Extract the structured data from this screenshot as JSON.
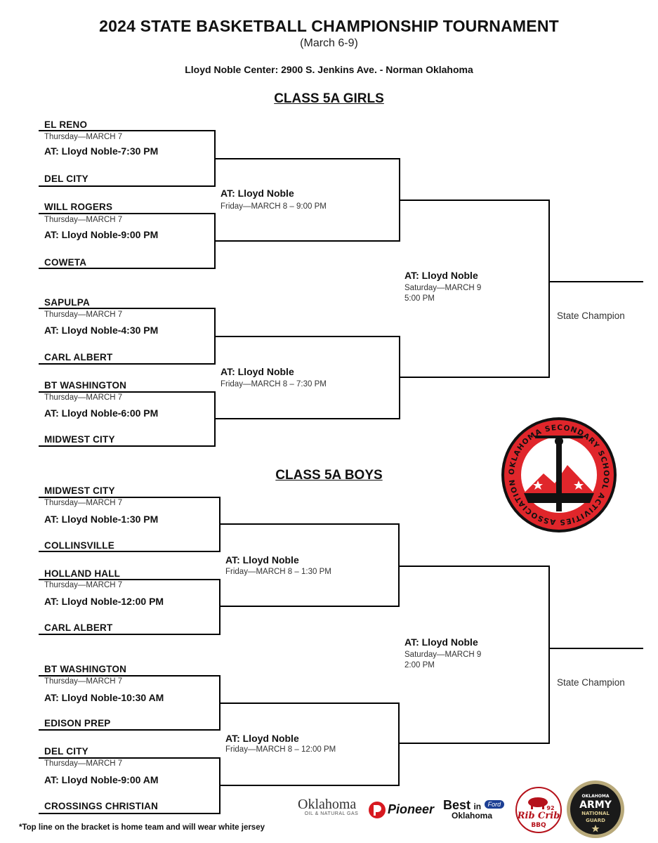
{
  "header": {
    "title": "2024 STATE  BASKETBALL  CHAMPIONSHIP  TOURNAMENT",
    "dates": "(March 6-9)",
    "venue": "Lloyd Noble Center: 2900 S. Jenkins Ave. -  Norman Oklahoma"
  },
  "girls": {
    "heading": "CLASS 5A GIRLS",
    "games": [
      {
        "home": "EL RENO",
        "day": "Thursday—MARCH 7",
        "at": "AT:  Lloyd Noble-7:30 PM",
        "away": "DEL CITY"
      },
      {
        "home": "WILL ROGERS",
        "day": "Thursday—MARCH 7",
        "at": "AT:  Lloyd Noble-9:00 PM",
        "away": "COWETA"
      },
      {
        "home": "SAPULPA",
        "day": "Thursday—MARCH 7",
        "at": "AT:  Lloyd Noble-4:30 PM",
        "away": "CARL ALBERT"
      },
      {
        "home": "BT WASHINGTON",
        "day": "Thursday—MARCH 7",
        "at": "AT:  Lloyd Noble-6:00 PM",
        "away": "MIDWEST CITY"
      }
    ],
    "semis": [
      {
        "at": "AT:  Lloyd Noble",
        "when": "Friday—MARCH 8 – 9:00 PM"
      },
      {
        "at": "AT:  Lloyd Noble",
        "when": "Friday—MARCH 8 – 7:30 PM"
      }
    ],
    "final": {
      "at": "AT:  Lloyd Noble",
      "when": "Saturday—MARCH 9",
      "time": "5:00 PM"
    },
    "champion": "State Champion"
  },
  "boys": {
    "heading": "CLASS 5A BOYS",
    "games": [
      {
        "home": "MIDWEST CITY",
        "day": "Thursday—MARCH 7",
        "at": "AT:  Lloyd Noble-1:30 PM",
        "away": "COLLINSVILLE"
      },
      {
        "home": "HOLLAND HALL",
        "day": "Thursday—MARCH 7",
        "at": "AT:  Lloyd Noble-12:00 PM",
        "away": "CARL ALBERT"
      },
      {
        "home": "BT WASHINGTON",
        "day": "Thursday—MARCH 7",
        "at": "AT:  Lloyd Noble-10:30 AM",
        "away": "EDISON PREP"
      },
      {
        "home": "DEL CITY",
        "day": "Thursday—MARCH 7",
        "at": "AT:  Lloyd Noble-9:00 AM",
        "away": "CROSSINGS CHRISTIAN"
      }
    ],
    "semis": [
      {
        "at": "AT:   Lloyd Noble",
        "when": "Friday—MARCH 8 – 1:30 PM"
      },
      {
        "at": "AT:  Lloyd Noble",
        "when": "Friday—MARCH 8 – 12:00 PM"
      }
    ],
    "final": {
      "at": "AT:  Lloyd Noble",
      "when": "Saturday—MARCH 9",
      "time": "2:00 PM"
    },
    "champion": "State Champion"
  },
  "logo": {
    "text": "OKLAHOMA SECONDARY SCHOOL ACTIVITIES ASSOCIATION",
    "color": "#e0262b"
  },
  "sponsors": {
    "oklahoma_top": "Oklahoma",
    "oklahoma_sub": "OIL & NATURAL GAS",
    "pioneer": "Pioneer",
    "best_in": "Best",
    "best_in_small": "in",
    "best_okla": "Oklahoma",
    "ford": "Ford",
    "ribcrib": "Rib Crib",
    "ribcrib_bbq": "BBQ",
    "ribcrib_num": "92",
    "guard_1": "OKLAHOMA",
    "guard_2": "ARMY",
    "guard_3": "NATIONAL",
    "guard_4": "GUARD"
  },
  "footnote": "*Top line on the bracket is home team and will wear white jersey"
}
